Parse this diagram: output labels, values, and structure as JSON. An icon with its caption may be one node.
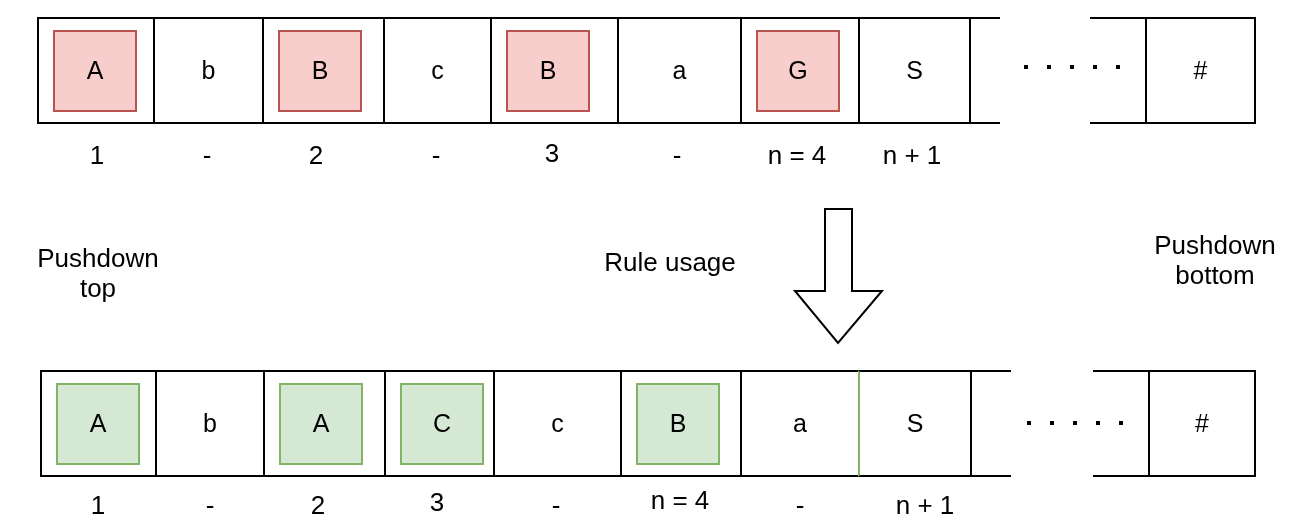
{
  "diagram": {
    "nodes": [
      {
        "text": [],
        "shape": "box"
      },
      {
        "text": [
          "A"
        ],
        "in": 0
      },
      {
        "text": [
          "b"
        ]
      },
      {
        "text": [],
        "shape": "box"
      },
      {
        "text": [
          "B"
        ],
        "in": 3
      },
      {
        "text": [
          "c"
        ]
      },
      {
        "text": [],
        "shape": "box"
      },
      {
        "text": [
          "B"
        ],
        "in": 6
      },
      {
        "text": [
          "a"
        ]
      },
      {
        "text": [],
        "shape": "box"
      },
      {
        "text": [
          "G"
        ],
        "in": 9
      },
      {
        "text": [
          "S"
        ]
      },
      {
        "text": [
          "#"
        ]
      },
      {
        "text": [],
        "shape": "box"
      },
      {
        "text": [
          "A"
        ],
        "in": 13
      },
      {
        "text": [
          "b"
        ]
      },
      {
        "text": [],
        "shape": "box"
      },
      {
        "text": [
          "A"
        ],
        "in": 16
      },
      {
        "text": [],
        "shape": "box"
      },
      {
        "text": [
          "C"
        ],
        "in": 18
      },
      {
        "text": [
          "c"
        ]
      },
      {
        "text": [],
        "shape": "box"
      },
      {
        "text": [
          "B"
        ],
        "in": 21
      },
      {
        "text": [
          "a"
        ]
      },
      {
        "text": [
          "S"
        ]
      },
      {
        "text": [
          "#"
        ]
      }
    ],
    "labels": [
      "1",
      "-",
      "2",
      "-",
      "3",
      "-",
      "n = 4",
      "n + 1",
      "Pushdown top",
      "Rule usage",
      "Pushdown bottom",
      "1",
      "-",
      "2",
      "3",
      "-",
      "n = 4",
      "-",
      "n + 1"
    ]
  }
}
